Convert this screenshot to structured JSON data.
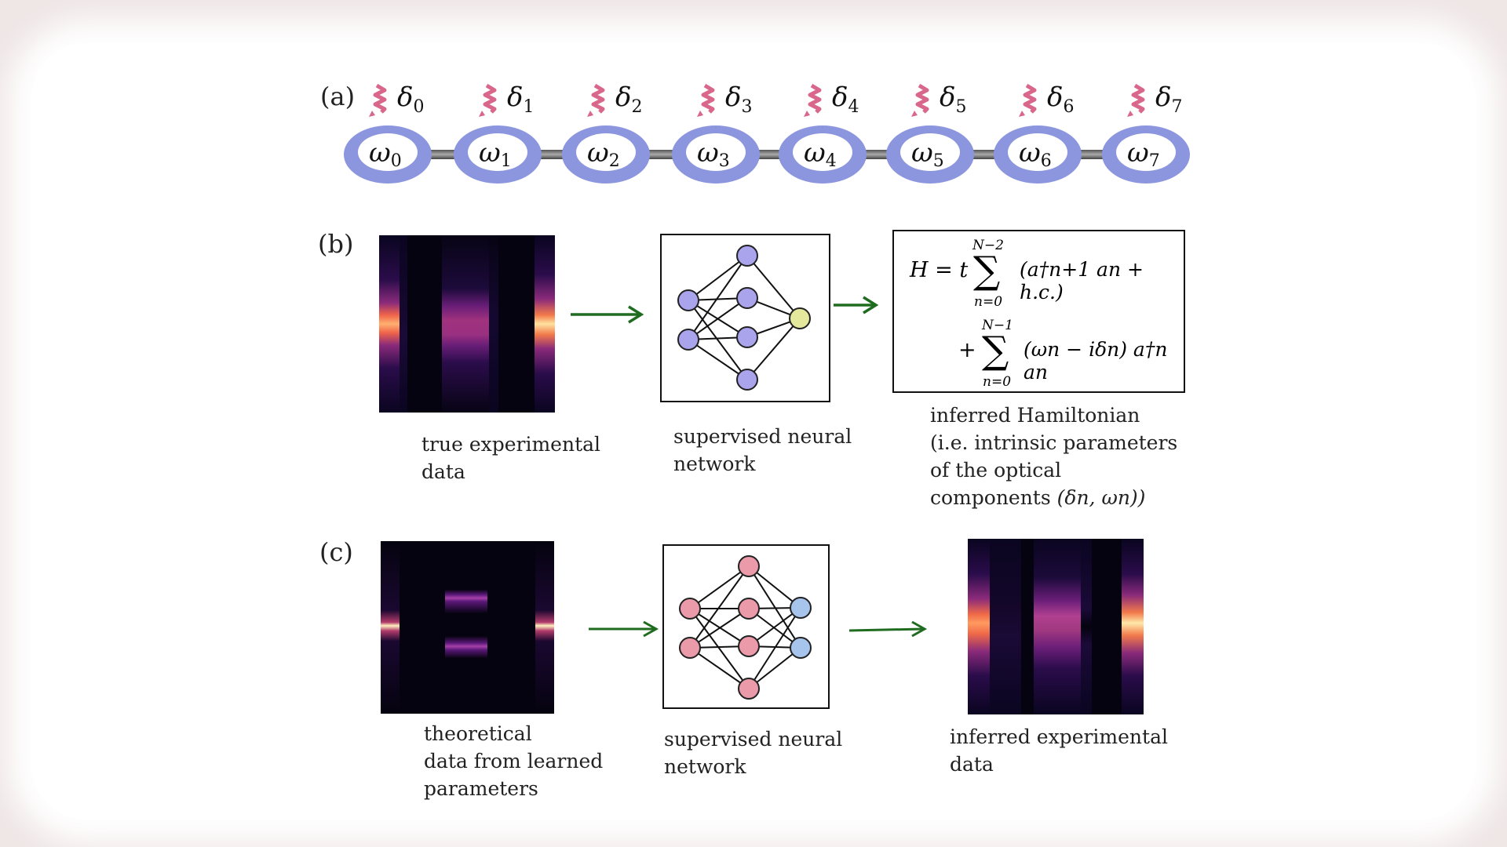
{
  "panel_labels": {
    "a": "(a)",
    "b": "(b)",
    "c": "(c)"
  },
  "chain": {
    "omega": [
      "ω0",
      "ω1",
      "ω2",
      "ω3",
      "ω4",
      "ω5",
      "ω6",
      "ω7"
    ],
    "omega_base": "ω",
    "omega_sub": [
      "0",
      "1",
      "2",
      "3",
      "4",
      "5",
      "6",
      "7"
    ],
    "delta_base": "δ",
    "delta_sub": [
      "0",
      "1",
      "2",
      "3",
      "4",
      "5",
      "6",
      "7"
    ],
    "ring_color": "#8c96df",
    "drive_color": "#d9678c",
    "icons": [
      "squiggle-drive-icon"
    ]
  },
  "panel_b": {
    "heatmap_caption": [
      "true experimental",
      "data"
    ],
    "network_caption": [
      "supervised neural",
      "network"
    ],
    "hamiltonian_caption": [
      "inferred Hamiltonian",
      "(i.e. intrinsic parameters",
      "of the optical",
      "components"
    ],
    "hamiltonian_caption_tail": "(δn, ωn))",
    "equation": {
      "line1_lhs": "H = t",
      "sum1_upper": "N−2",
      "sum1_lower": "n=0",
      "line1_body": "(a†n+1 an + h.c.)",
      "line2_plus": "+",
      "sum2_upper": "N−1",
      "sum2_lower": "n=0",
      "line2_body": "(ωn − iδn) a†n an"
    },
    "node_color_hidden": "#a9a4ec",
    "node_color_output": "#e3e89c"
  },
  "panel_c": {
    "heatmap_caption": [
      "theoretical",
      "data from learned",
      "parameters"
    ],
    "network_caption": [
      "supervised neural",
      "network"
    ],
    "output_caption": [
      "inferred experimental",
      "data"
    ],
    "node_color_hidden": "#eb9aa9",
    "node_color_output": "#a7c4ec"
  },
  "arrow_color": "#1f6b1f"
}
